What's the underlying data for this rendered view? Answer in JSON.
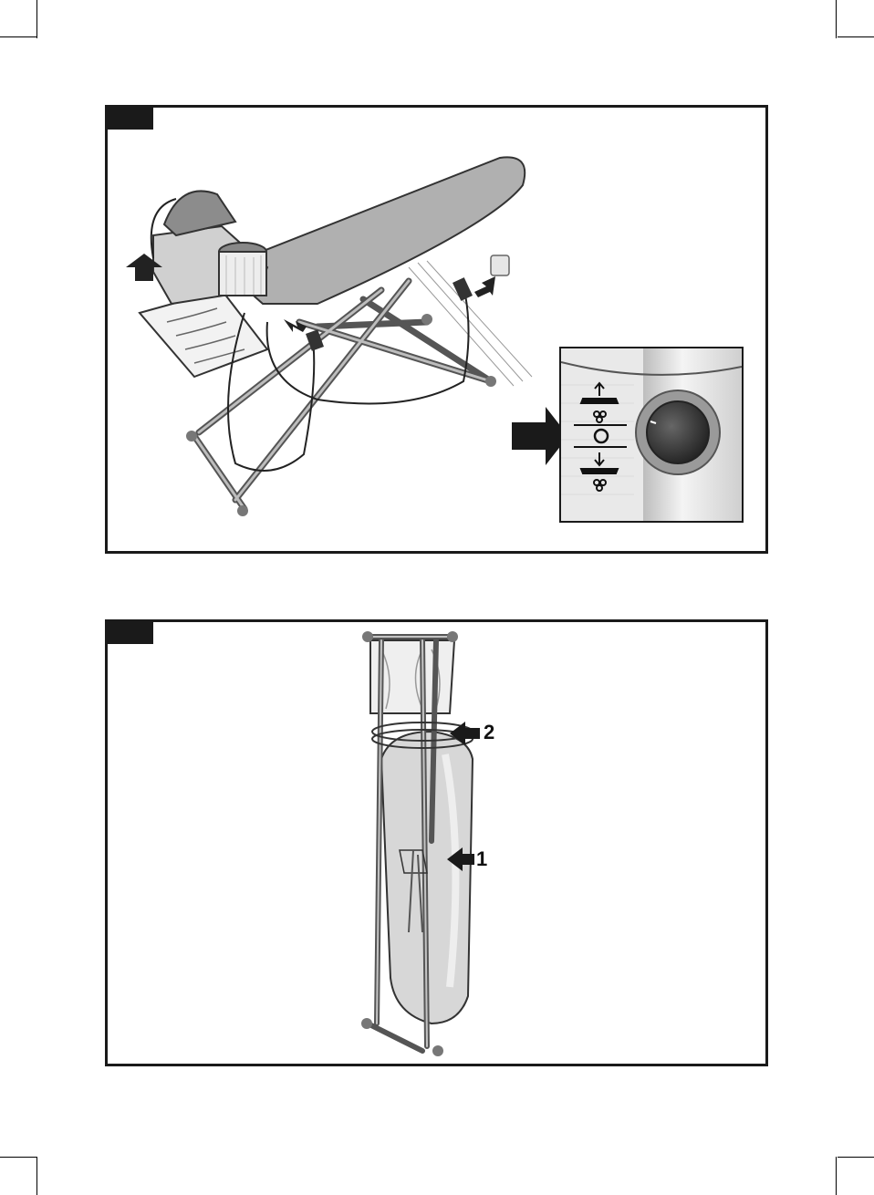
{
  "figure_top": {
    "switch_positions": [
      "board-heat-and-suction-up",
      "off",
      "board-heat-and-suction-down"
    ]
  },
  "figure_bottom": {
    "callouts": {
      "first": "1",
      "second": "2"
    }
  }
}
